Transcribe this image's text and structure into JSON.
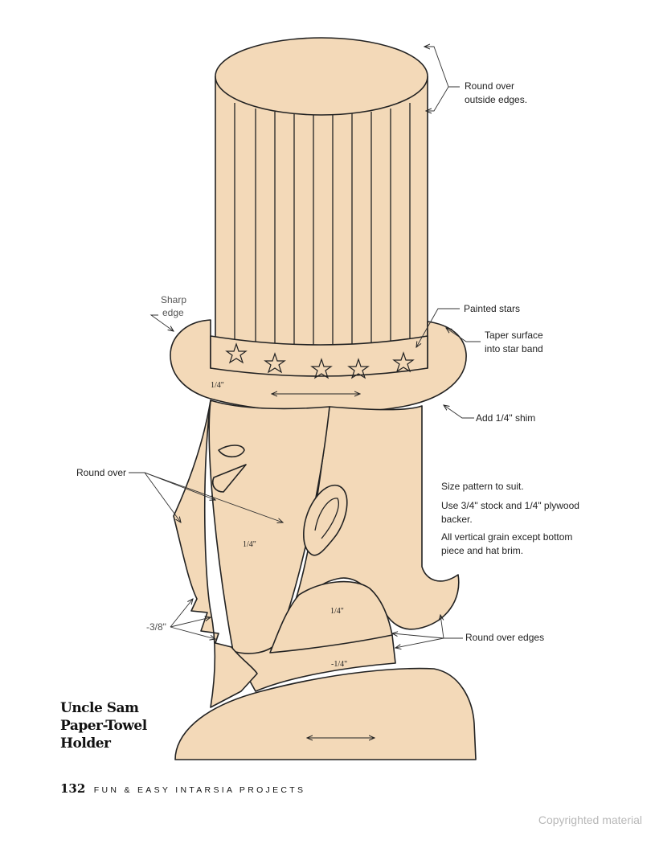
{
  "figure": {
    "notes": {
      "round_over_outside_line1": "Round over",
      "round_over_outside_line2": "outside edges.",
      "sharp_edge_line1": "Sharp",
      "sharp_edge_line2": "edge",
      "painted_stars": "Painted stars",
      "taper_line1": "Taper surface",
      "taper_line2": "into star band",
      "add_shim": "Add 1/4\" shim",
      "round_over": "Round over",
      "round_over_edges": "Round over edges",
      "three_eighths": "-3/8\""
    },
    "instructions": {
      "size": "Size pattern to suit.",
      "stock_line1": "Use 3/4\" stock and 1/4\" plywood",
      "stock_line2": "backer.",
      "grain_line1": "All vertical grain except bottom",
      "grain_line2": "piece and hat brim."
    },
    "measurements": {
      "brim": "1/4\"",
      "face": "1/4\"",
      "chin": "1/4\"",
      "collar": "-1/4\""
    }
  },
  "title": {
    "line1": "Uncle Sam",
    "line2": "Paper-Towel",
    "line3": "Holder"
  },
  "footer": {
    "page_number": "132",
    "book_title": "FUN & EASY INTARSIA PROJECTS"
  },
  "watermark": "Copyrighted material"
}
